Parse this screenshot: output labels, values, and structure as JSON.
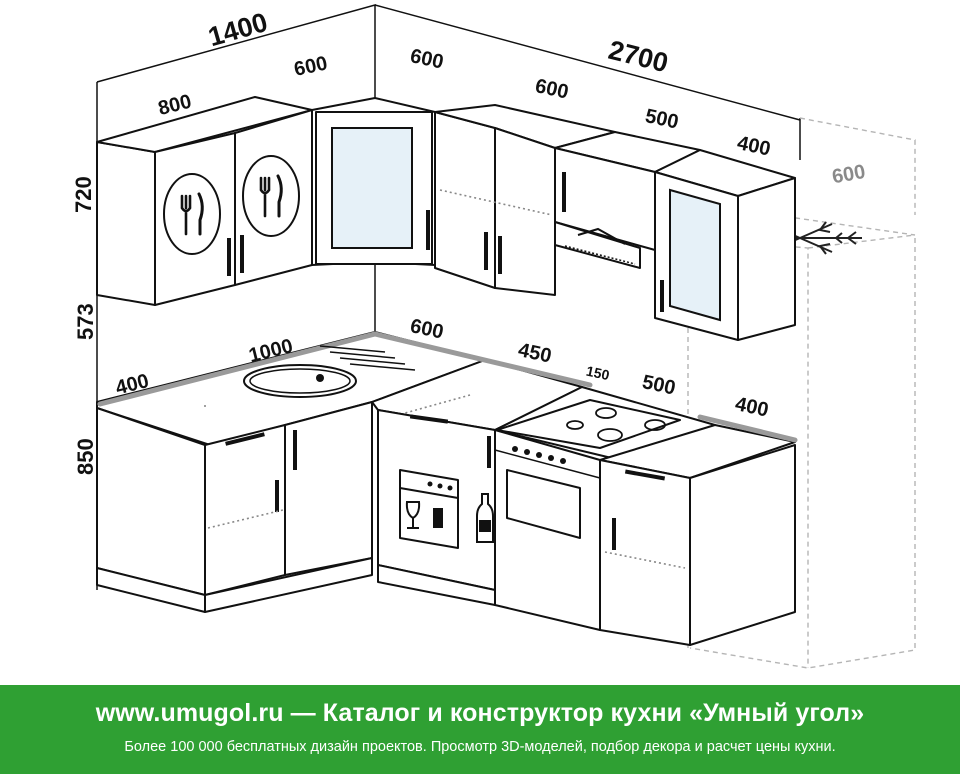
{
  "dimensions": {
    "left_wall_width": "1400",
    "back_wall_width": "2700",
    "upper_left_800": "800",
    "upper_corner_600": "600",
    "upper_600_a": "600",
    "upper_600_b": "600",
    "upper_500": "500",
    "upper_400": "400",
    "fridge_600": "600",
    "height_720": "720",
    "height_573": "573",
    "height_850": "850",
    "counter_400": "400",
    "counter_1000": "1000",
    "counter_600": "600",
    "counter_450": "450",
    "counter_150": "150",
    "counter_500": "500",
    "counter_400_right": "400"
  },
  "footer": {
    "title": "www.umugol.ru  —  Каталог и конструктор кухни «Умный угол»",
    "subtitle": "Более 100 000 бесплатных дизайн проектов. Просмотр 3D-моделей, подбор декора и расчет цены кухни."
  },
  "colors": {
    "footer_bg": "#2fa033",
    "glass": "#e6f1f8",
    "ghost_fridge": "#b5b5b5"
  }
}
